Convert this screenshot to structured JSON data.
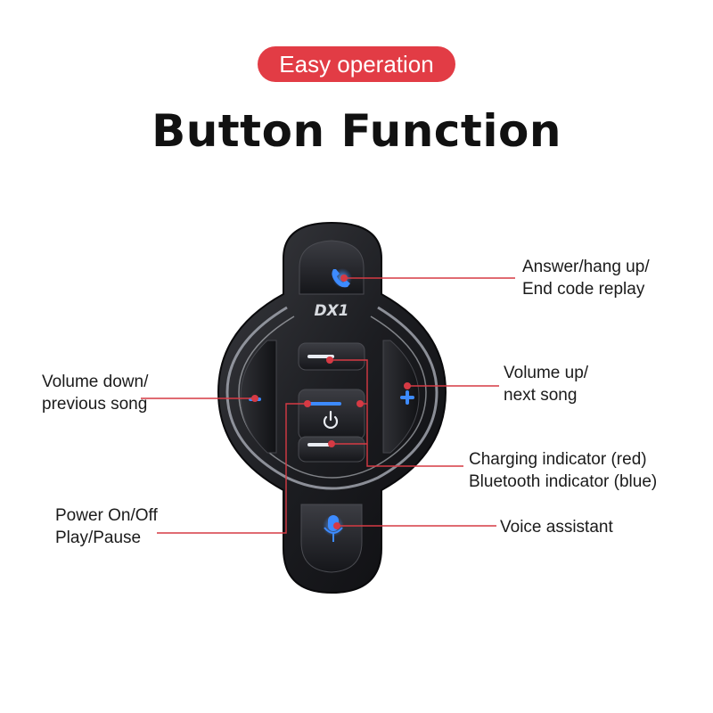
{
  "header": {
    "badge": "Easy operation",
    "title": "Button Function"
  },
  "device": {
    "model": "DX1"
  },
  "labels": {
    "answer_line1": "Answer/hang up/",
    "answer_line2": "End code replay",
    "volume_down_line1": "Volume down/",
    "volume_down_line2": "previous song",
    "volume_up_line1": "Volume up/",
    "volume_up_line2": "next song",
    "indicator_line1": "Charging indicator (red)",
    "indicator_line2": "Bluetooth indicator (blue)",
    "power_line1": "Power On/Off",
    "power_line2": "Play/Pause",
    "voice": "Voice assistant"
  },
  "colors": {
    "badge": "#e23c45",
    "leader_line": "#d63a44",
    "led_blue": "#3d8bff",
    "device_body": "#1c1d21"
  },
  "icons": {
    "phone": "phone-icon",
    "microphone": "microphone-icon",
    "power": "power-icon",
    "minus": "minus-icon",
    "plus": "plus-icon"
  }
}
